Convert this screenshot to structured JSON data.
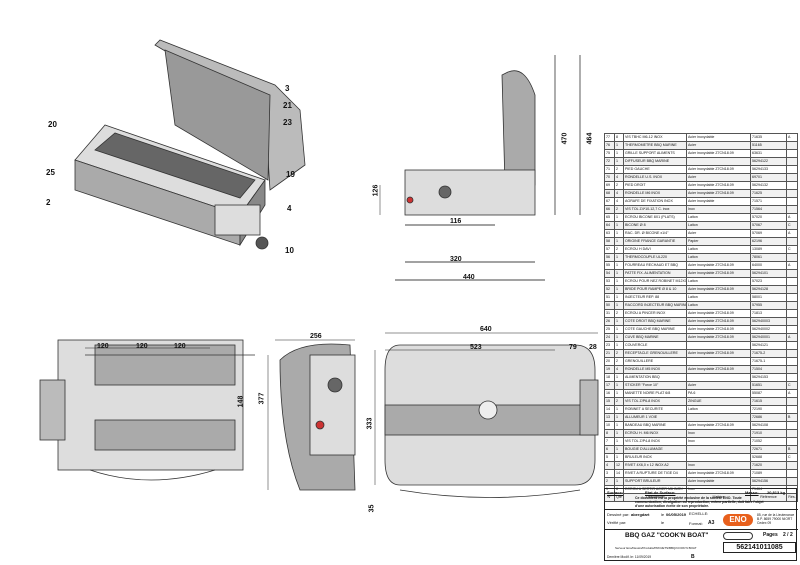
{
  "balloons": [
    "3",
    "21",
    "23",
    "20",
    "25",
    "19",
    "2",
    "4",
    "10"
  ],
  "dimensions": {
    "h470": "470",
    "h464": "464",
    "h126": "126",
    "w116": "116",
    "w320": "320",
    "w440": "440",
    "w120a": "120",
    "w120b": "120",
    "w120c": "120",
    "h148": "148",
    "w256": "256",
    "h377": "377",
    "w640": "640",
    "w523": "523",
    "w79": "79",
    "w28": "28",
    "h333": "333",
    "h35": "35"
  },
  "parts_header": [
    "N°",
    "Qté",
    "Description",
    "Matière",
    "Référence",
    "Rés."
  ],
  "parts": [
    [
      "77",
      "8",
      "VIS TBHC M6-12 INOX",
      "Acier inoxydable",
      "71635",
      "A"
    ],
    [
      "76",
      "1",
      "THERMOMETRE BBQ MARINE",
      "Acier",
      "51165",
      ""
    ],
    [
      "75",
      "1",
      "GRILLE SUPPORT ALIMENTS",
      "Acier inoxydable Z7CN18.09",
      "63631",
      ""
    ],
    [
      "72",
      "1",
      "DIFFUSEUR BBQ MARINE",
      "",
      "56294122",
      ""
    ],
    [
      "71",
      "2",
      "PIED GAUCHE",
      "Acier inoxydable Z7CN18.09",
      "56294133",
      ""
    ],
    [
      "70",
      "4",
      "RONDELLE U.S. INOX",
      "Acier",
      "69701",
      ""
    ],
    [
      "69",
      "2",
      "PIED DROIT",
      "Acier inoxydable Z7CN18.09",
      "56294132",
      ""
    ],
    [
      "68",
      "4",
      "RONDELLE M6 INOX",
      "Acier inoxydable Z7CN18.09",
      "71625",
      ""
    ],
    [
      "67",
      "4",
      "AGRAFE DE FIXATION INOX",
      "Acier inoxydable",
      "71571",
      ""
    ],
    [
      "66",
      "2",
      "VIS TOL Z4*10-12,7 C. inox",
      "Inox",
      "71564",
      ""
    ],
    [
      "65",
      "1",
      "ECROU BICONE 8X1 (PLATS)",
      "Laiton",
      "57020",
      "A"
    ],
    [
      "64",
      "1",
      "BICONE Ø 8",
      "Laiton",
      "57067",
      "C"
    ],
    [
      "63",
      "1",
      "RAC. DR. Ø BICONE x1/4\"",
      "Acier",
      "57069",
      "A"
    ],
    [
      "58",
      "1",
      "ORIGINE FRANCE GARANTIE",
      "Papier",
      "62196",
      ""
    ],
    [
      "57",
      "2",
      "ECROU H DAVI",
      "Laiton",
      "13089",
      "C"
    ],
    [
      "56",
      "1",
      "THERMOCOUPLE UL220",
      "Laiton",
      "78061",
      ""
    ],
    [
      "55",
      "1",
      "FOURREAU RECHAUD ET BBQ",
      "Acier inoxydable Z7CN18.09",
      "64000",
      "A"
    ],
    [
      "54",
      "1",
      "PATTE FIX. ALIMENTATION",
      "Acier inoxydable Z7CN18.09",
      "56294101",
      ""
    ],
    [
      "53",
      "1",
      "ECROU POUR NEZ ROBINET M12X1",
      "Laiton",
      "57023",
      ""
    ],
    [
      "52",
      "1",
      "BRIDE POUR RAMPE Ø 8 & 10",
      "Acier inoxydable Z7CN18.09",
      "56294128",
      ""
    ],
    [
      "51",
      "1",
      "INJECTEUR REP. 88",
      "Laiton",
      "58001",
      ""
    ],
    [
      "50",
      "1",
      "RACCORD INJECTEUR BBQ MARINE",
      "Laiton",
      "57955",
      ""
    ],
    [
      "31",
      "2",
      "ECROU A PINCER INOX",
      "Acier inoxydable Z7CN18.09",
      "71813",
      ""
    ],
    [
      "26",
      "1",
      "COTE DROIT BBQ MARINE",
      "Acier inoxydable Z7CN18.09",
      "562940003",
      ""
    ],
    [
      "25",
      "1",
      "COTE GAUCHE BBQ MARINE",
      "Acier inoxydable Z7CN18.09",
      "562940002",
      ""
    ],
    [
      "24",
      "1",
      "CUVE BBQ MARINE",
      "Acier inoxydable Z7CN18.09",
      "562940001",
      "A"
    ],
    [
      "23",
      "1",
      "COUVERCLE",
      "",
      "56294121",
      ""
    ],
    [
      "21",
      "2",
      "RECEPTACLE GRENOUILLERE",
      "Acier inoxydable Z7CN18.09",
      "71675-2",
      ""
    ],
    [
      "20",
      "2",
      "GRENOUILLERE",
      "",
      "71675-1",
      ""
    ],
    [
      "19",
      "4",
      "RONDELLE M5 INOX",
      "Acier inoxydable Z7CN18.09",
      "71504",
      ""
    ],
    [
      "18",
      "1",
      "ALIMENTATION BBQ",
      "",
      "56294153",
      ""
    ],
    [
      "17",
      "1",
      "STICKER \"Force 10\"",
      "Acier",
      "51651",
      "C"
    ],
    [
      "16",
      "1",
      "MANETTE NOIRE PLAT 6/8",
      "PA 6",
      "55087",
      "A"
    ],
    [
      "15",
      "2",
      "VIS TOL Z/P6-8 INOX",
      "ZINGUE",
      "71615",
      ""
    ],
    [
      "14",
      "1",
      "ROBINET A SECURITE",
      "Laiton",
      "72190",
      ""
    ],
    [
      "13",
      "1",
      "ALLUMEUR 1 VOIE",
      "",
      "72686",
      "B"
    ],
    [
      "10",
      "1",
      "BANDEAU BBQ MARINE",
      "Acier inoxydable Z7CN18.09",
      "56294108",
      ""
    ],
    [
      "8",
      "1",
      "ECROU H. M6 INOX",
      "Inox",
      "71910",
      ""
    ],
    [
      "7",
      "1",
      "VIS TOL Z/P4-8 INOX",
      "Inox",
      "71052",
      ""
    ],
    [
      "6",
      "1",
      "BOUGIE D'ALLUMAGE",
      "",
      "72671",
      "B"
    ],
    [
      "5",
      "1",
      "BRULEUR INOX",
      "",
      "52688",
      "C"
    ],
    [
      "4",
      "12",
      "RIVET 4X6,0 x 12 INOX A2",
      "Inox",
      "71620",
      ""
    ],
    [
      "3",
      "14",
      "RIVET A RUPTURE DE TIGE D4",
      "Acier inoxydable Z7CN18.09",
      "71089",
      ""
    ],
    [
      "2",
      "1",
      "SUPPORT BRULEUR",
      "Acier inoxydable",
      "56294156",
      ""
    ],
    [
      "1",
      "8",
      "ECROU A SERTIR ACIER M6 INOX",
      "Inox",
      "71464",
      ""
    ]
  ],
  "title_block": {
    "surface_label": "Surface:",
    "etat_label": "Etat de Surface:",
    "masse_label": "Masse:",
    "masse_value": "20,813 kg",
    "notice": "Ce document est la propriété exclusive de la société ENO. Toute communication, divulgation ou reproduction, même partielle, doit faire l'objet d'une autorisation écrite de son propriétaire.",
    "dessine_label": "Dessiné par:",
    "dessine_value": "abergdart",
    "date_label": "le",
    "date_value": "06/05/2019",
    "verifie_label": "Vérifié par:",
    "verifie_date_label": "le",
    "echelle_label": "ECHELLE:",
    "format_label": "Format:",
    "format_value": "A3",
    "company": "ENO",
    "address": "85, rue de la Lieutenance B.P. 8659 79000 NIORT Cedex 09",
    "title": "BBQ GAZ \"COOK'N BOAT\"",
    "pages_label": "Pages",
    "pages_value": "2 / 2",
    "reference": "562141011085",
    "path": "Serveur Eno/Dessin/Produits/PROJETS/BBQ/COOK'N BOAT",
    "modified": "Dernière Modif. le: 11/09/2019",
    "index": "B"
  }
}
